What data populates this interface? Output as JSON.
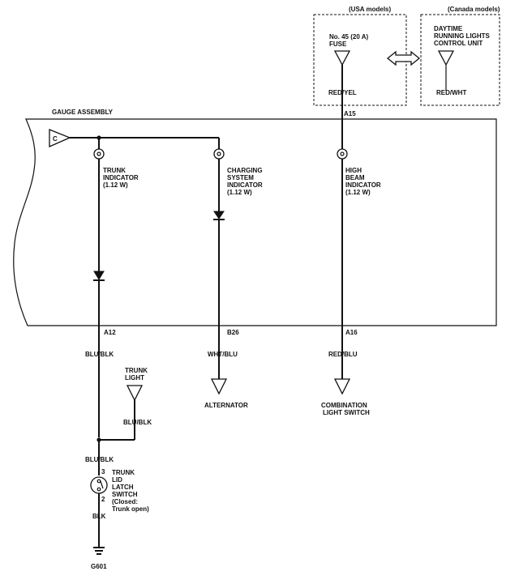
{
  "usa": {
    "header": "(USA models)",
    "fuse_line1": "No. 45 (20 A)",
    "fuse_line2": "FUSE",
    "wire": "RED/YEL"
  },
  "canada": {
    "header": "(Canada models)",
    "unit_line1": "DAYTIME",
    "unit_line2": "RUNNING LIGHTS",
    "unit_line3": "CONTROL UNIT",
    "wire": "RED/WHT"
  },
  "gauge": {
    "title": "GAUGE ASSEMBLY",
    "c_label": "C",
    "pin_a15": "A15",
    "pin_a12": "A12",
    "pin_b26": "B26",
    "pin_a16": "A16"
  },
  "indicators": {
    "trunk": {
      "line1": "TRUNK",
      "line2": "INDICATOR",
      "line3": "(1.12 W)"
    },
    "charging": {
      "line1": "CHARGING",
      "line2": "SYSTEM",
      "line3": "INDICATOR",
      "line4": "(1.12 W)"
    },
    "highbeam": {
      "line1": "HIGH",
      "line2": "BEAM",
      "line3": "INDICATOR",
      "line4": "(1.12 W)"
    }
  },
  "wires": {
    "blu_blk_1": "BLU/BLK",
    "blu_blk_2": "BLU/BLK",
    "blu_blk_3": "BLU/BLK",
    "blk": "BLK",
    "wht_blu": "WHT/BLU",
    "red_blu": "RED/BLU"
  },
  "trunk_light": {
    "line1": "TRUNK",
    "line2": "LIGHT"
  },
  "alternator": "ALTERNATOR",
  "combination": {
    "line1": "COMBINATION",
    "line2": "LIGHT SWITCH"
  },
  "latch": {
    "line1": "TRUNK",
    "line2": "LID",
    "line3": "LATCH",
    "line4": "SWITCH",
    "line5": "(Closed:",
    "line6": "Trunk open)",
    "pin3": "3",
    "pin2": "2"
  },
  "ground": "G601"
}
